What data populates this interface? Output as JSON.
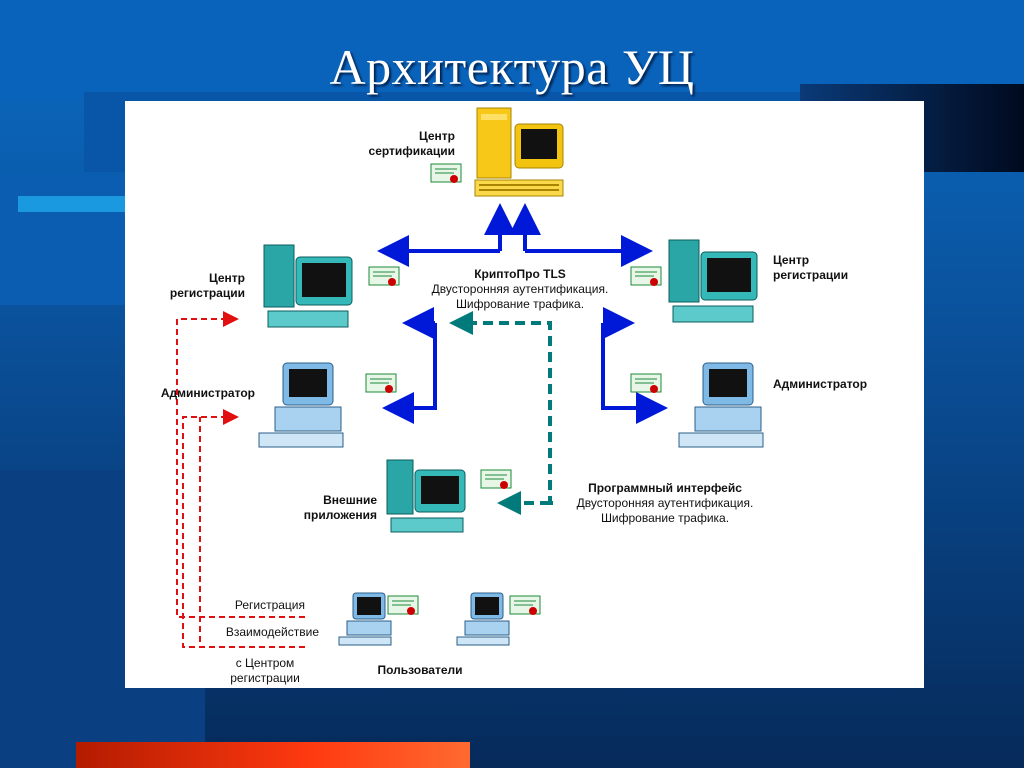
{
  "slide": {
    "title": "Архитектура УЦ",
    "colors": {
      "background": "#0a4f9a",
      "arrow_blue": "#0018d8",
      "arrow_teal": "#007a7a",
      "arrow_red": "#e01010",
      "ca_computer": "#f2c40f",
      "client_computer": "#2aa6a6"
    }
  },
  "diagram": {
    "ca_label_1": "Центр",
    "ca_label_2": "сертификации",
    "rc_left_1": "Центр",
    "rc_left_2": "регистрации",
    "rc_right_1": "Центр",
    "rc_right_2": "регистрации",
    "tls_1": "КриптоПро TLS",
    "tls_2": "Двусторонняя аутентификация.",
    "tls_3": "Шифрование трафика.",
    "admin_left": "Администратор",
    "admin_right": "Администратор",
    "ext_1": "Внешние",
    "ext_2": "приложения",
    "api_1": "Программный интерфейс",
    "api_2": "Двусторонняя аутентификация.",
    "api_3": "Шифрование трафика.",
    "reg": "Регистрация",
    "interact": "Взаимодействие",
    "with_rc_1": "с Центром",
    "with_rc_2": "регистрации",
    "users": "Пользователи",
    "icons": [
      "ca-server-icon",
      "workstation-icon",
      "certificate-icon"
    ]
  }
}
